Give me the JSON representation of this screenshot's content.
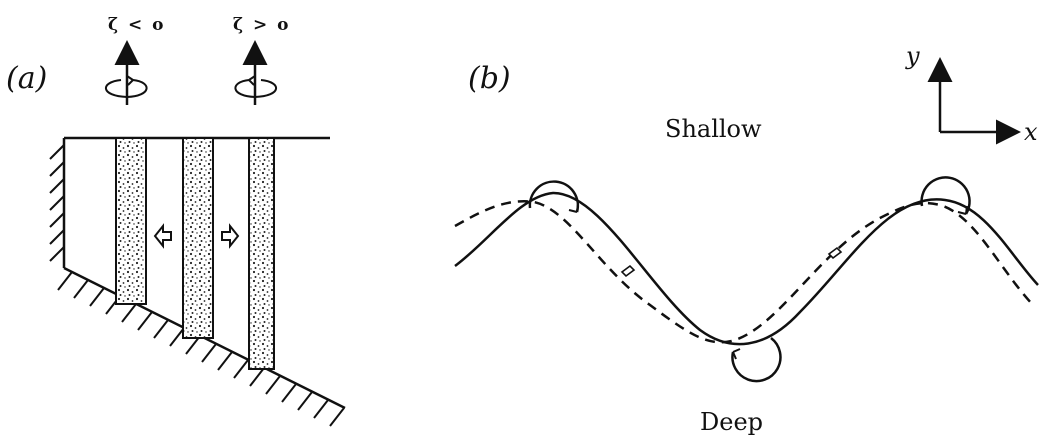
{
  "panel_a": {
    "label": "(a)",
    "zeta_left": "ζ < o",
    "zeta_right": "ζ > o"
  },
  "panel_b": {
    "label": "(b)",
    "shallow": "Shallow",
    "deep": "Deep",
    "axis_y": "y",
    "axis_x": "x"
  }
}
